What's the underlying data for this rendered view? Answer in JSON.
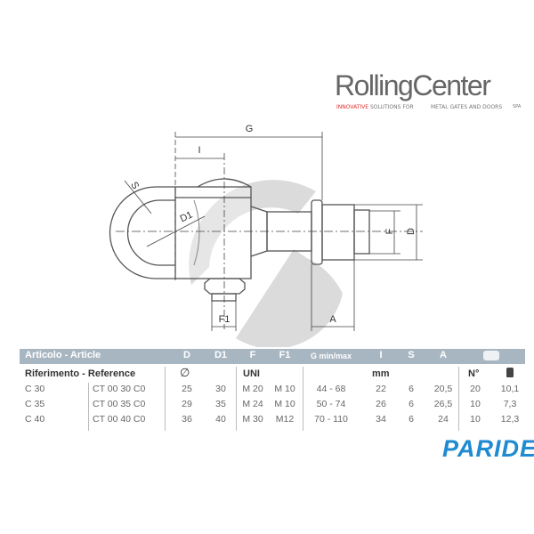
{
  "logo": {
    "brand": "RollingCenter",
    "tagline_red": "INNOVATIVE",
    "tagline_rest": "SOLUTIONS FOR",
    "tagline_right": "METAL GATES AND DOORS",
    "suffix": "SPA",
    "accent": "#e03030"
  },
  "drawing_labels": {
    "G": "G",
    "I": "I",
    "S": "S",
    "D1": "D1",
    "F": "F",
    "D": "D",
    "F1": "F1",
    "A": "A"
  },
  "table": {
    "header_color": "#a8b6c2",
    "headers": [
      "Articolo - Article",
      "D",
      "D1",
      "F",
      "F1",
      "G min/max",
      "I",
      "S",
      "A"
    ],
    "box_icon": "box-icon",
    "subheaders": {
      "reference": "Riferimento - Reference",
      "diameter": "∅",
      "uni": "UNI",
      "mm": "mm",
      "count": "N°",
      "weight_icon": "weight-icon"
    },
    "rows": [
      [
        "C 30",
        "CT 00 30 C0",
        "25",
        "30",
        "M 20",
        "M 10",
        "44 - 68",
        "22",
        "6",
        "20,5",
        "20",
        "10,1"
      ],
      [
        "C 35",
        "CT 00 35 C0",
        "29",
        "35",
        "M 24",
        "M 10",
        "50 - 74",
        "26",
        "6",
        "26,5",
        "10",
        "7,3"
      ],
      [
        "C 40",
        "CT 00 40 C0",
        "36",
        "40",
        "M 30",
        "M12",
        "70 - 110",
        "34",
        "6",
        "24",
        "10",
        "12,3"
      ]
    ]
  },
  "footer_logo": {
    "text": "PARIDE",
    "color": "#1f8bd0"
  }
}
